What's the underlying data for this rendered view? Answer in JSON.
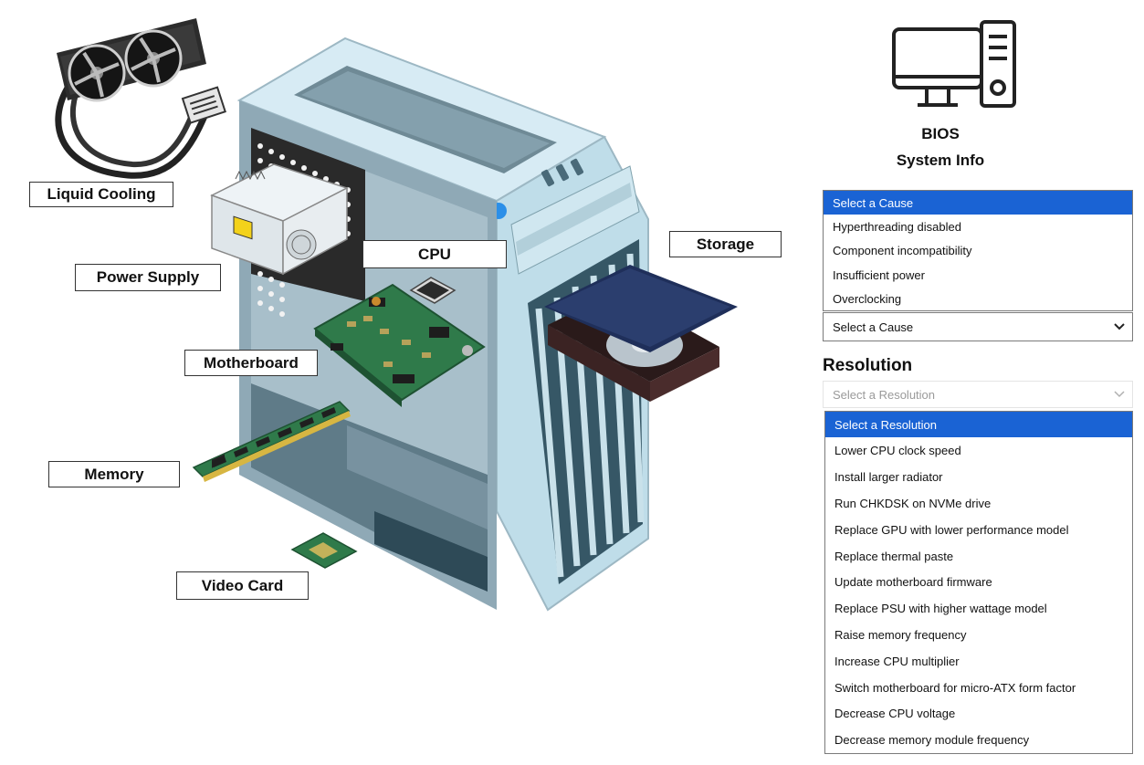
{
  "labels": {
    "liquid_cooling": "Liquid Cooling",
    "power_supply": "Power Supply",
    "cpu": "CPU",
    "motherboard": "Motherboard",
    "memory": "Memory",
    "video_card": "Video Card",
    "storage": "Storage"
  },
  "bios": {
    "line1": "BIOS",
    "line2": "System Info",
    "icon": "computer-monitor-tower-icon"
  },
  "cause": {
    "selected": "Select a Cause",
    "options": [
      "Select a Cause",
      "Hyperthreading disabled",
      "Component incompatibility",
      "Insufficient power",
      "Overclocking"
    ]
  },
  "resolution": {
    "heading": "Resolution",
    "placeholder": "Select a Resolution",
    "options": [
      "Select a Resolution",
      "Lower CPU clock speed",
      "Install larger radiator",
      "Run CHKDSK on NVMe drive",
      "Replace GPU with lower performance model",
      "Replace thermal paste",
      "Update motherboard firmware",
      "Replace PSU with higher wattage model",
      "Raise memory frequency",
      "Increase CPU multiplier",
      "Switch motherboard for micro-ATX form factor",
      "Decrease CPU voltage",
      "Decrease memory module frequency"
    ]
  },
  "colors": {
    "highlight": "#1a63d4",
    "case_body": "#cfe3ec",
    "case_interior": "#8fa9b6",
    "pcb_green": "#2f7a4a"
  }
}
